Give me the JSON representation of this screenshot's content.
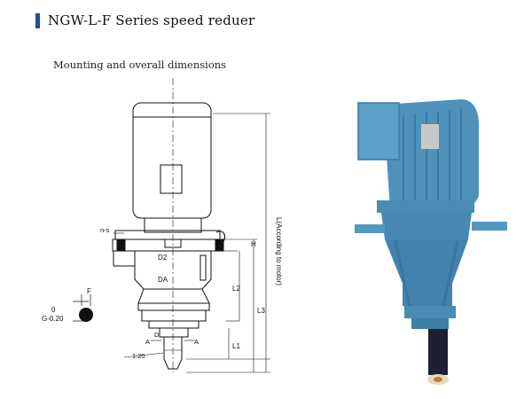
{
  "header": {
    "title": "NGW-L-F Series speed reduer",
    "accent_color": "#1f4e9c"
  },
  "section": {
    "subtitle": "Mounting and overall dimensions"
  },
  "drawing": {
    "labels": {
      "ns": "n-s",
      "d2": "D2",
      "da": "DA",
      "d": "D",
      "a_left": "A",
      "a_right": "A",
      "taper": "1:20",
      "h": "H",
      "l": "L(According to motor)",
      "l1": "L1",
      "l2": "L2",
      "l3": "L3",
      "f": "F",
      "zero": "0",
      "tolerance": "G-0.20"
    }
  },
  "photo": {
    "body_color": "#4a90b8",
    "shaft_color": "#1c2030"
  }
}
